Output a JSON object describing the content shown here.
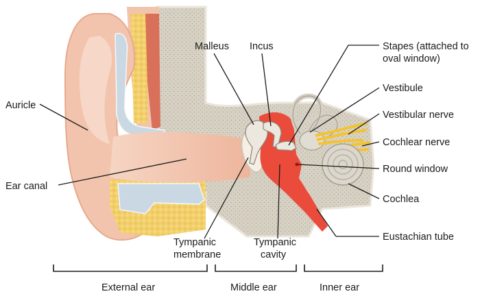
{
  "labels": {
    "auricle": "Auricle",
    "ear_canal": "Ear canal",
    "malleus": "Malleus",
    "incus": "Incus",
    "stapes_1": "Stapes (attached to",
    "stapes_2": "oval window)",
    "vestibule": "Vestibule",
    "vestibular_nerve": "Vestibular nerve",
    "cochlear_nerve": "Cochlear nerve",
    "round_window": "Round window",
    "cochlea": "Cochlea",
    "eustachian_tube": "Eustachian tube",
    "tympanic_membrane_1": "Tympanic",
    "tympanic_membrane_2": "membrane",
    "tympanic_cavity_1": "Tympanic",
    "tympanic_cavity_2": "cavity"
  },
  "regions": {
    "external": "External ear",
    "middle": "Middle ear",
    "inner": "Inner ear"
  },
  "colors": {
    "skin": "#f2c4ad",
    "skin_light": "#f8dccd",
    "skin_dark": "#e7a98d",
    "bone": "#d8d2c5",
    "bone_dot": "#b4ad9f",
    "bone_rim": "#ebe6dc",
    "cartilage": "#c9d8e2",
    "fat": "#f2cf6a",
    "muscle": "#d9705a",
    "cavity_red": "#ea4b3b",
    "ossicle": "#ece8df",
    "nerve": "#f4c330"
  }
}
